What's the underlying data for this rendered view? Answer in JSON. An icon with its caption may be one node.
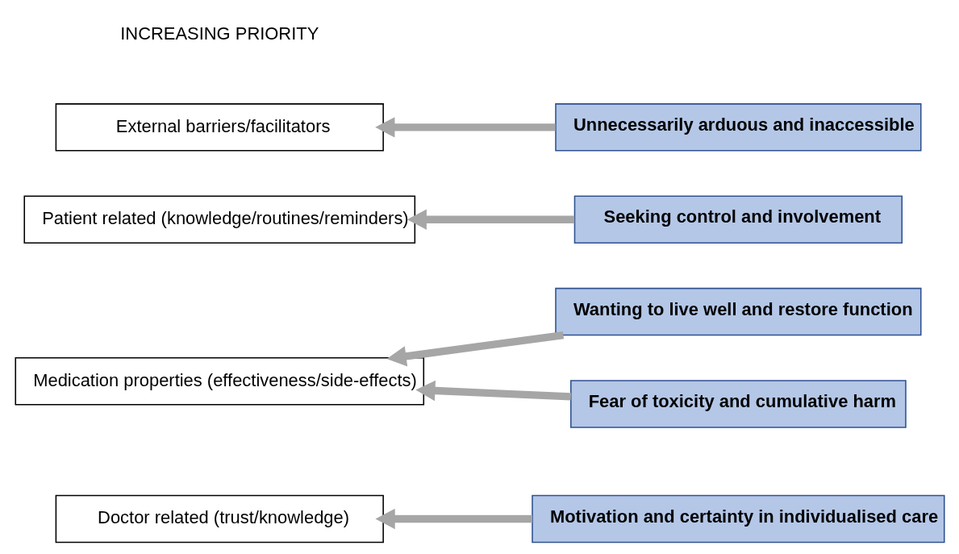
{
  "diagram": {
    "nodes": [
      {
        "text": [
          "Doctor related (trust/knowledge)"
        ]
      },
      {
        "text": [
          "Medication properties (effectiveness/side-effects)"
        ]
      },
      {
        "text": [
          "Patient related (knowledge/routines/reminders)"
        ]
      },
      {
        "text": [
          "External barriers/facilitators"
        ]
      },
      {
        "text": [
          "Motivation and certainty in individualised care"
        ]
      },
      {
        "text": [
          "Wanting to live well and restore function"
        ]
      },
      {
        "text": [
          "Fear of toxicity and cumulative harm"
        ]
      },
      {
        "text": [
          "Seeking control and involvement"
        ]
      },
      {
        "text": [
          "Unnecessarily arduous and inaccessible"
        ]
      }
    ],
    "edges": [
      {
        "from": 4,
        "to": 0,
        "arrow": "to"
      },
      {
        "from": 5,
        "to": 1,
        "arrow": "to"
      },
      {
        "from": 6,
        "to": 1,
        "arrow": "to"
      },
      {
        "from": 7,
        "to": 2,
        "arrow": "to"
      },
      {
        "from": 8,
        "to": 3,
        "arrow": "to"
      }
    ],
    "labels": [
      "INCREASING PRIORITY"
    ]
  }
}
